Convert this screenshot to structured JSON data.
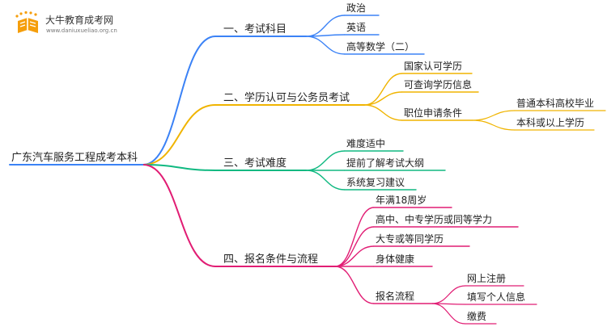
{
  "logo": {
    "title": "大牛教育成考网",
    "url": "www.daniuxueliao.org.cn"
  },
  "mindmap": {
    "root": "广东汽车服务工程成考本科",
    "branches": [
      {
        "label": "一、考试科目",
        "color": "#3b82f6",
        "children": [
          {
            "label": "政治"
          },
          {
            "label": "英语"
          },
          {
            "label": "高等数学（二）"
          }
        ]
      },
      {
        "label": "二、学历认可与公务员考试",
        "color": "#f0b400",
        "children": [
          {
            "label": "国家认可学历"
          },
          {
            "label": "可查询学历信息"
          },
          {
            "label": "职位申请条件",
            "children": [
              {
                "label": "普通本科高校毕业"
              },
              {
                "label": "本科或以上学历"
              }
            ]
          }
        ]
      },
      {
        "label": "三、考试难度",
        "color": "#10b981",
        "children": [
          {
            "label": "难度适中"
          },
          {
            "label": "提前了解考试大纲"
          },
          {
            "label": "系统复习建议"
          }
        ]
      },
      {
        "label": "四、报名条件与流程",
        "color": "#e11d74",
        "children": [
          {
            "label": "年满18周岁"
          },
          {
            "label": "高中、中专学历或同等学力"
          },
          {
            "label": "大专或等同学历"
          },
          {
            "label": "身体健康"
          },
          {
            "label": "报名流程",
            "children": [
              {
                "label": "网上注册"
              },
              {
                "label": "填写个人信息"
              },
              {
                "label": "缴费"
              }
            ]
          }
        ]
      }
    ]
  }
}
